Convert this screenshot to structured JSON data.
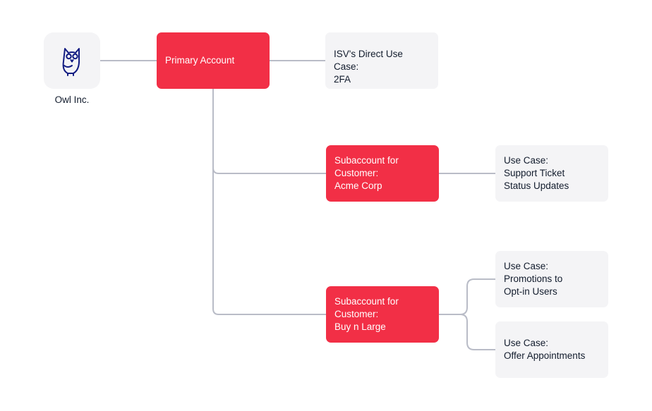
{
  "company": {
    "name": "Owl Inc.",
    "icon": "owl-icon"
  },
  "primary": {
    "label": "Primary Account"
  },
  "isv": {
    "line1": "ISV's Direct Use Case:",
    "line2": "2FA"
  },
  "sub_acme": {
    "line1": "Subaccount for",
    "line2": "Customer:",
    "line3": "Acme Corp"
  },
  "acme_use": {
    "line1": "Use Case:",
    "line2": "Support Ticket",
    "line3": "Status Updates"
  },
  "sub_bnl": {
    "line1": "Subaccount for",
    "line2": "Customer:",
    "line3": "Buy n Large"
  },
  "bnl_use1": {
    "line1": "Use Case:",
    "line2": "Promotions to",
    "line3": "Opt-in Users"
  },
  "bnl_use2": {
    "line1": "Use Case:",
    "line2": "Offer Appointments"
  },
  "colors": {
    "accent": "#f22f46",
    "card": "#f4f4f6",
    "connector": "#b9bcc7",
    "icon": "#121c82"
  }
}
